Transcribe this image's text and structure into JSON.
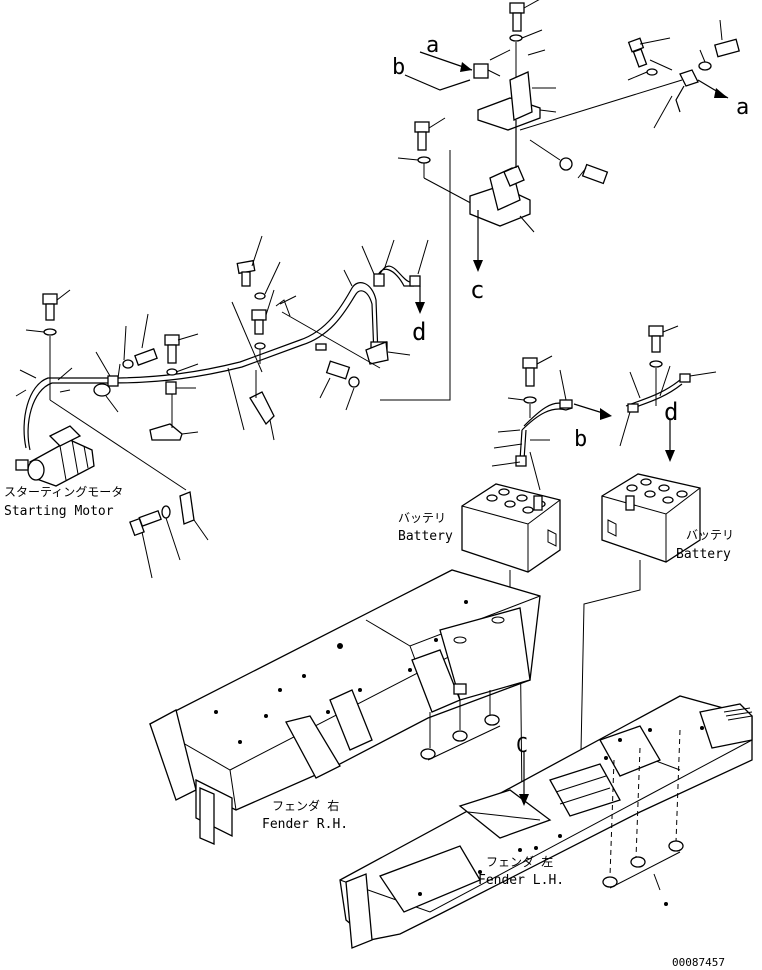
{
  "labels": {
    "starting_motor_jp": "スターティングモータ",
    "starting_motor_en": "Starting Motor",
    "battery_left_jp": "バッテリ",
    "battery_left_en": "Battery",
    "battery_right_jp": "バッテリ",
    "battery_right_en": "Battery",
    "fender_rh_jp": "フェンダ 右",
    "fender_rh_en": "Fender R.H.",
    "fender_lh_jp": "フェンダ 左",
    "fender_lh_en": "Fender L.H."
  },
  "refs": {
    "a_top": "a",
    "b_top": "b",
    "a_right": "a",
    "c_upper": "c",
    "d_harness": "d",
    "b_battery": "b",
    "d_battery": "d",
    "c_fender": "C"
  },
  "drawing_number": "00087457"
}
